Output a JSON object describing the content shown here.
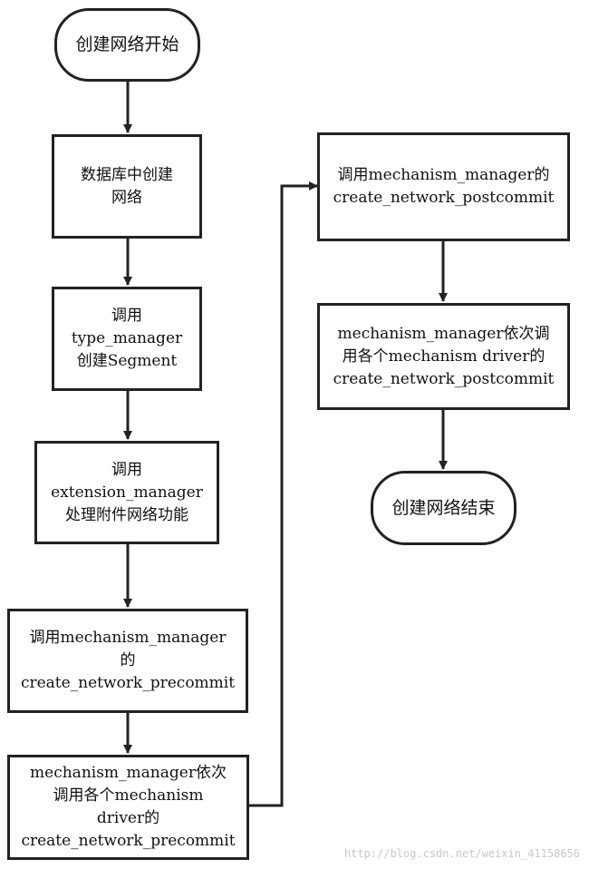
{
  "nodes": {
    "start": [
      "创建网络开始"
    ],
    "db": [
      "数据库中创建",
      "网络"
    ],
    "type_mgr": [
      "调用",
      "type_manager",
      "创建Segment"
    ],
    "ext_mgr": [
      "调用",
      "extension_manager",
      "处理附件网络功能"
    ],
    "mech_pre": [
      "调用mechanism_manager",
      "的",
      "create_network_precommit"
    ],
    "driver_pre": [
      "mechanism_manager依次",
      "调用各个mechanism",
      "driver的",
      "create_network_precommit"
    ],
    "mech_post": [
      "调用mechanism_manager的",
      "create_network_postcommit"
    ],
    "driver_post": [
      "mechanism_manager依次调",
      "用各个mechanism driver的",
      "create_network_postcommit"
    ],
    "end": [
      "创建网络结束"
    ]
  },
  "watermark": "http://blog.csdn.net/weixin_41158656"
}
